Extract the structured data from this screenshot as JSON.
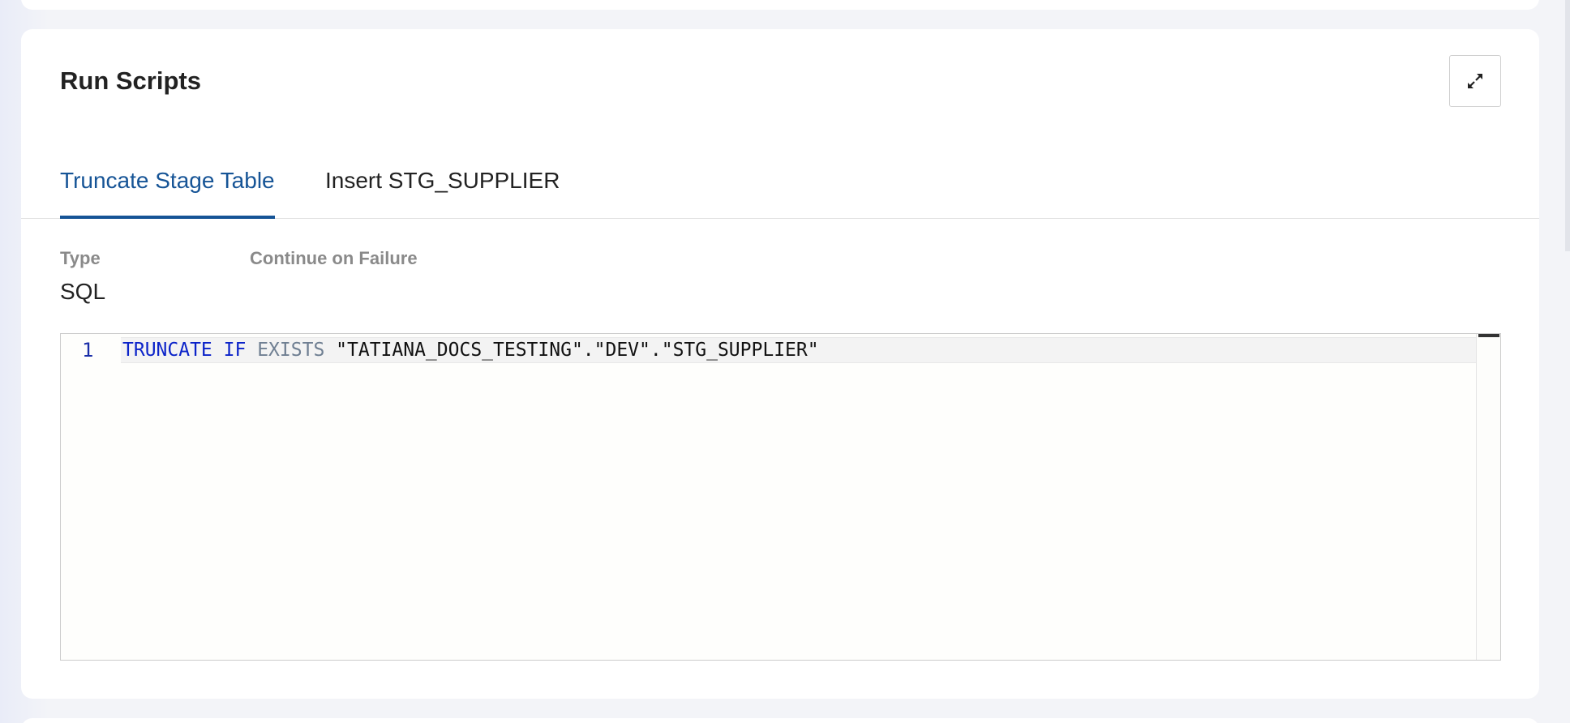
{
  "card": {
    "title": "Run Scripts",
    "expand_icon": "expand-arrows-icon"
  },
  "tabs": [
    {
      "label": "Truncate Stage Table",
      "active": true
    },
    {
      "label": "Insert STG_SUPPLIER",
      "active": false
    }
  ],
  "fields": {
    "type_label": "Type",
    "type_value": "SQL",
    "continue_label": "Continue on Failure"
  },
  "editor": {
    "line_number": "1",
    "code": {
      "kw_truncate": "TRUNCATE",
      "kw_if": "IF",
      "kw_exists": "EXISTS",
      "target": "\"TATIANA_DOCS_TESTING\".\"DEV\".\"STG_SUPPLIER\""
    }
  },
  "colors": {
    "accent": "#165496",
    "keyword": "#0b23c9",
    "keyword_secondary": "#6f7f92"
  }
}
